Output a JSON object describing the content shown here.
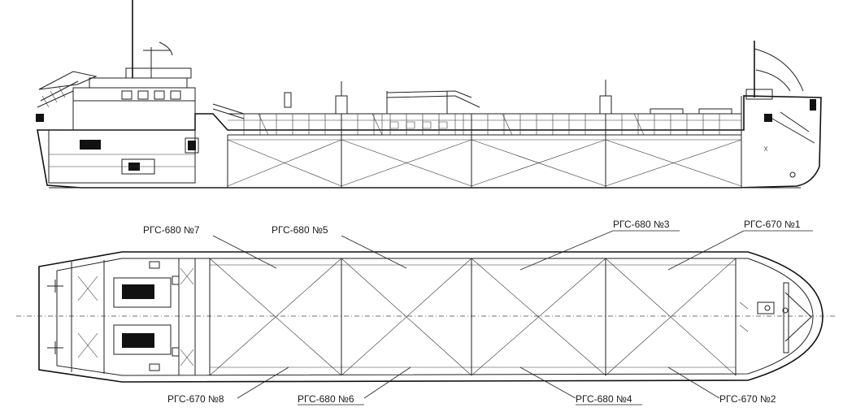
{
  "labels": {
    "tank_7": "РГС-680 №7",
    "tank_5": "РГС-680 №5",
    "tank_3": "РГС-680 №3",
    "tank_1": "РГС-670 №1",
    "tank_8": "РГС-670 №8",
    "tank_6": "РГС-680 №6",
    "tank_4": "РГС-680 №4",
    "tank_2": "РГС-670 №2"
  }
}
